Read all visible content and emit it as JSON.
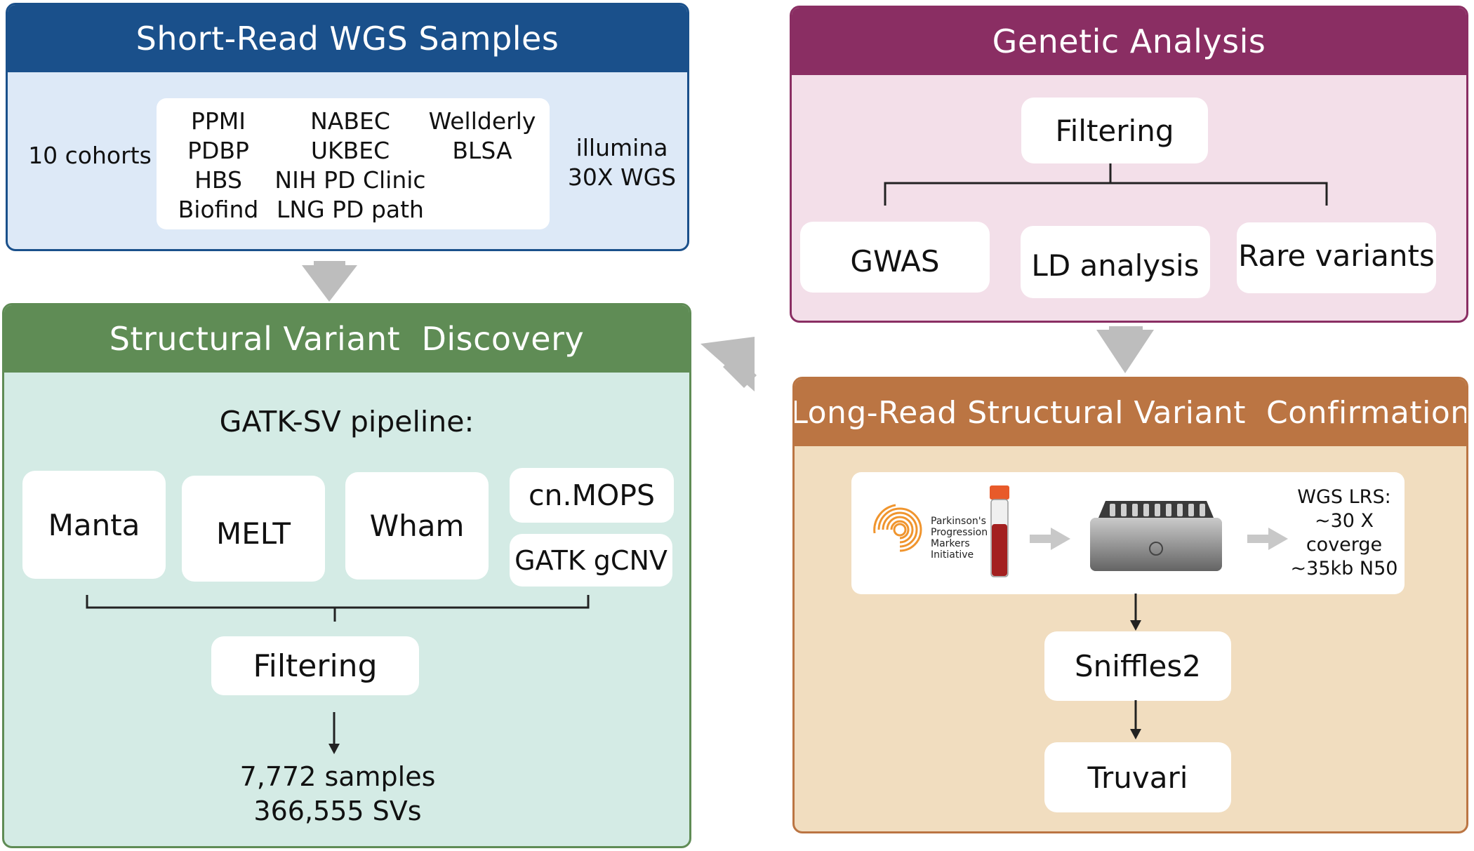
{
  "short_read": {
    "title": "Short-Read WGS Samples",
    "cohort_count": "10 cohorts",
    "cohorts_col1": [
      "PPMI",
      "PDBP",
      "HBS",
      "Biofind"
    ],
    "cohorts_col2": [
      "NABEC",
      "UKBEC",
      "NIH PD Clinic",
      "LNG PD path"
    ],
    "cohorts_col3": [
      "Wellderly",
      "BLSA"
    ],
    "platform": [
      "illumina",
      "30X WGS"
    ]
  },
  "sv_discovery": {
    "title": "Structural Variant  Discovery",
    "pipeline_label": "GATK-SV pipeline:",
    "tools": {
      "manta": "Manta",
      "melt": "MELT",
      "wham": "Wham",
      "cnmops": "cn.MOPS",
      "gcnv": "GATK gCNV"
    },
    "filtering": "Filtering",
    "result": [
      "7,772 samples",
      "366,555 SVs"
    ]
  },
  "genetic": {
    "title": "Genetic Analysis",
    "filtering": "Filtering",
    "gwas": "GWAS",
    "ld": "LD analysis",
    "rare": "Rare variants"
  },
  "long_read": {
    "title": "Long-Read Structural Variant  Confirmation",
    "ppmi_logo_text": [
      "Parkinson's",
      "Progression",
      "Markers",
      "Initiative"
    ],
    "wgs_lrs": [
      "WGS LRS:",
      "~30 X",
      "coverge",
      "~35kb N50"
    ],
    "sniffles": "Sniffles2",
    "truvari": "Truvari"
  },
  "colors": {
    "blue_header": "#1a508b",
    "blue_body": "#dde9f7",
    "green_header": "#5f8c55",
    "green_body": "#d4ebe5",
    "purple_header": "#8a2e63",
    "purple_body": "#f3dfe9",
    "orange_header": "#bb7543",
    "orange_body": "#f1ddbf",
    "arrow_gray": "#bdbdbd"
  }
}
